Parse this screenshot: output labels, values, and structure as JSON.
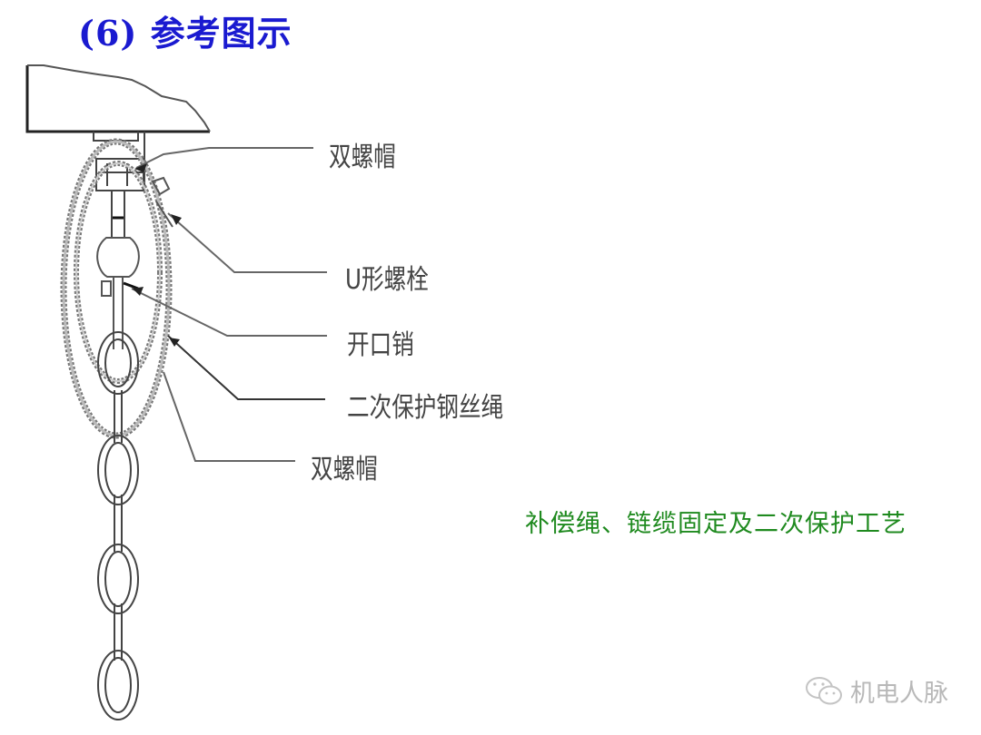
{
  "slide": {
    "title": "(6) 参考图示",
    "title_color": "#1a1ad0"
  },
  "diagram": {
    "callouts": [
      {
        "id": "double-nut-top",
        "label": "双螺帽"
      },
      {
        "id": "u-bolt",
        "label": "U形螺栓"
      },
      {
        "id": "cotter-pin",
        "label": "开口销"
      },
      {
        "id": "secondary-protection-wire-rope",
        "label": "二次保护钢丝绳"
      },
      {
        "id": "double-nut-bottom",
        "label": "双螺帽"
      }
    ],
    "caption": "补偿绳、链缆固定及二次保护工艺",
    "caption_color": "#1f8a1f"
  },
  "watermark": {
    "icon": "wechat-icon",
    "text": "机电人脉"
  }
}
